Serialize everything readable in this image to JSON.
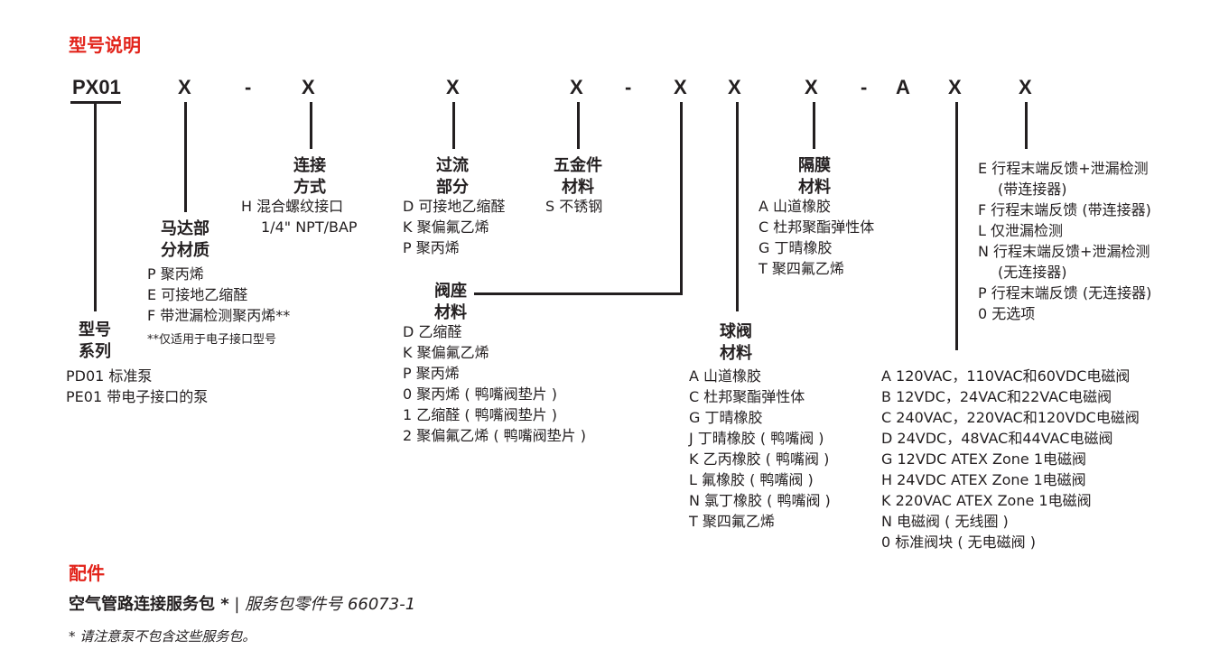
{
  "title": "型号说明",
  "code_parts": [
    "PX01",
    "X",
    "-",
    "X",
    "X",
    "X",
    "-",
    "X",
    "X",
    "X",
    "-",
    "A",
    "X",
    "X"
  ],
  "series": {
    "heading": [
      "型号",
      "系列"
    ],
    "items": [
      "PD01 标准泵",
      "PE01 带电子接口的泵"
    ]
  },
  "motor": {
    "heading": [
      "马达部",
      "分材质"
    ],
    "items": [
      "P 聚丙烯",
      "E 可接地乙缩醛",
      "F 带泄漏检测聚丙烯**"
    ],
    "note": "**仅适用于电子接口型号"
  },
  "connection": {
    "heading": [
      "连接",
      "方式"
    ],
    "items": [
      "H 混合螺纹接口",
      "1/4\" NPT/BAP"
    ]
  },
  "wetted": {
    "heading": [
      "过流",
      "部分"
    ],
    "items": [
      "D 可接地乙缩醛",
      "K 聚偏氟乙烯",
      "P 聚丙烯"
    ]
  },
  "hardware": {
    "heading": [
      "五金件",
      "材料"
    ],
    "items": [
      "S 不锈钢"
    ]
  },
  "seat": {
    "heading": [
      "阀座",
      "材料"
    ],
    "items": [
      "D 乙缩醛",
      "K 聚偏氟乙烯",
      "P 聚丙烯",
      "0 聚丙烯 ( 鸭嘴阀垫片 )",
      "1 乙缩醛 ( 鸭嘴阀垫片 )",
      "2 聚偏氟乙烯 ( 鸭嘴阀垫片 )"
    ]
  },
  "ball": {
    "heading": [
      "球阀",
      "材料"
    ],
    "items": [
      "A 山道橡胶",
      "C 杜邦聚酯弹性体",
      "G 丁晴橡胶",
      "J 丁晴橡胶 ( 鸭嘴阀 )",
      "K 乙丙橡胶 ( 鸭嘴阀 )",
      "L 氟橡胶 ( 鸭嘴阀 )",
      "N 氯丁橡胶 ( 鸭嘴阀 )",
      "T 聚四氟乙烯"
    ]
  },
  "diaphragm": {
    "heading": [
      "隔膜",
      "材料"
    ],
    "items": [
      "A 山道橡胶",
      "C 杜邦聚酯弹性体",
      "G 丁晴橡胶",
      "T 聚四氟乙烯"
    ]
  },
  "solenoid": {
    "items": [
      "A 120VAC，110VAC和60VDC电磁阀",
      "B 12VDC，24VAC和22VAC电磁阀",
      "C 240VAC，220VAC和120VDC电磁阀",
      "D 24VDC，48VAC和44VAC电磁阀",
      "G 12VDC ATEX Zone 1电磁阀",
      "H 24VDC ATEX Zone 1电磁阀",
      "K 220VAC ATEX Zone 1电磁阀",
      "N 电磁阀 ( 无线圈 )",
      "0 标准阀块 ( 无电磁阀 )"
    ]
  },
  "feedback": {
    "items": [
      "E 行程末端反馈+泄漏检测",
      "(带连接器)",
      "F 行程末端反馈 (带连接器)",
      "L 仅泄漏检测",
      "N 行程末端反馈+泄漏检测",
      "(无连接器)",
      "P 行程末端反馈 (无连接器)",
      "0 无选项"
    ]
  },
  "accessories": {
    "title": "配件",
    "line_bold": "空气管路连接服务包 *",
    "separator": "|",
    "line_italic": "服务包零件号 66073-1",
    "note": "* 请注意泵不包含这些服务包。"
  }
}
